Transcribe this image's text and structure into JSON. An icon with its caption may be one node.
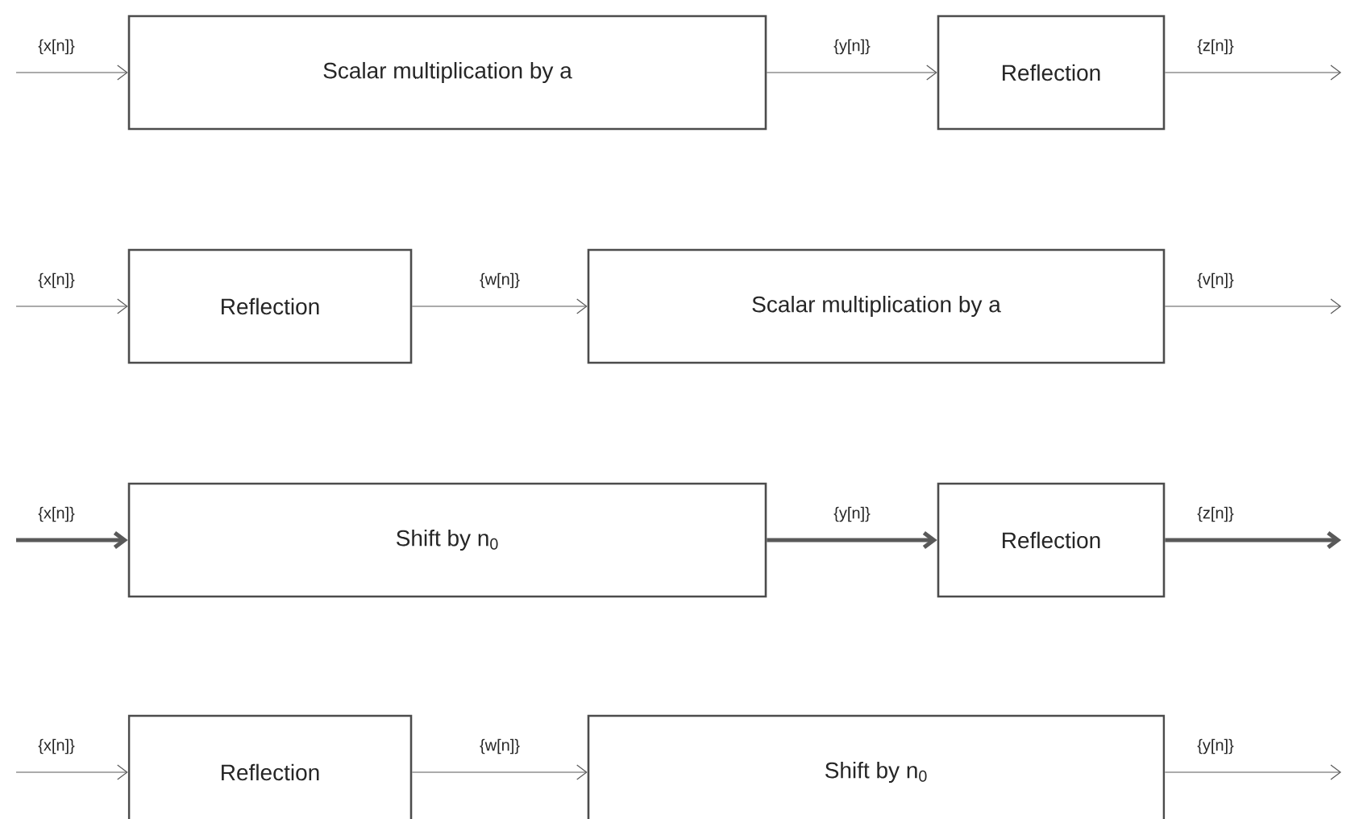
{
  "diagram": {
    "nodes": [
      {
        "text": [
          "Scalar multiplication by a"
        ]
      },
      {
        "text": [
          "Reflection"
        ]
      },
      {
        "text": [
          "Reflection"
        ]
      },
      {
        "text": [
          "Scalar multiplication by a"
        ]
      },
      {
        "text": [
          "Shift by n$_{0}$"
        ]
      },
      {
        "text": [
          "Reflection"
        ]
      },
      {
        "text": [
          "Reflection"
        ]
      },
      {
        "text": [
          "Shift by n$_{0}$"
        ]
      }
    ],
    "edges": [
      {
        "from": null,
        "to": 0,
        "arrow": "to",
        "label": "{x[n]}"
      },
      {
        "from": 0,
        "to": 1,
        "arrow": "to",
        "label": "{y[n]}"
      },
      {
        "from": 1,
        "to": null,
        "arrow": "to",
        "label": "{z[n]}"
      },
      {
        "from": null,
        "to": 2,
        "arrow": "to",
        "label": "{x[n]}"
      },
      {
        "from": 2,
        "to": 3,
        "arrow": "to",
        "label": "{w[n]}"
      },
      {
        "from": 3,
        "to": null,
        "arrow": "to",
        "label": "{v[n]}"
      },
      {
        "from": null,
        "to": 4,
        "arrow": "to",
        "label": "{x[n]}",
        "style": "thick"
      },
      {
        "from": 4,
        "to": 5,
        "arrow": "to",
        "label": "{y[n]}",
        "style": "thick"
      },
      {
        "from": 5,
        "to": null,
        "arrow": "to",
        "label": "{z[n]}",
        "style": "thick"
      },
      {
        "from": null,
        "to": 6,
        "arrow": "to",
        "label": "{x[n]}"
      },
      {
        "from": 6,
        "to": 7,
        "arrow": "to",
        "label": "{w[n]}"
      },
      {
        "from": 7,
        "to": null,
        "arrow": "to",
        "label": "{y[n]}"
      }
    ]
  }
}
